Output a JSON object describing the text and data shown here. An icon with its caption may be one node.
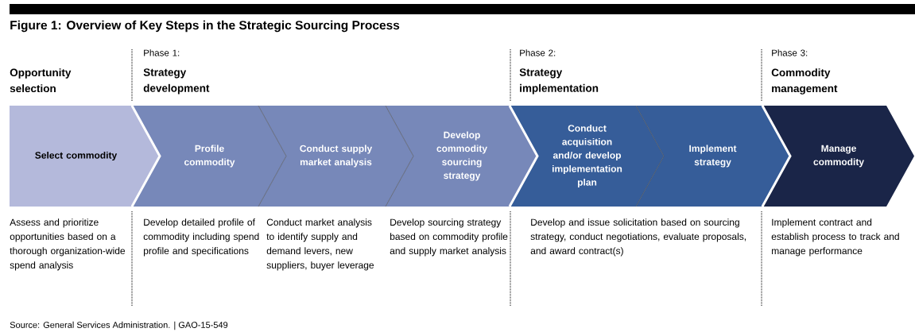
{
  "diagram": {
    "title": "Figure 1: Overview of Key Steps in the Strategic Sourcing Process",
    "caption": "Source: General Services Administration. | GAO-15-549",
    "nodes": [
      {
        "text": [
          "Select commodity"
        ],
        "beside": [
          "Assess and prioritize opportunities based on a thorough organization-wide spend analysis"
        ]
      },
      {
        "text": [
          "Profile commodity"
        ],
        "beside": [
          "Develop detailed profile of commodity including spend profile and specifications"
        ]
      },
      {
        "text": [
          "Conduct supply market analysis"
        ],
        "beside": [
          "Conduct market analysis to identify supply and demand levers, new suppliers, buyer leverage"
        ]
      },
      {
        "text": [
          "Develop commodity sourcing strategy"
        ],
        "beside": [
          "Develop sourcing strategy based on commodity profile and supply market analysis"
        ]
      },
      {
        "text": [
          "Conduct acquisition and/or develop implementation plan"
        ],
        "beside": [
          "Develop and issue solicitation based on sourcing strategy, conduct negotiations, evaluate proposals, and award contract(s)"
        ]
      },
      {
        "text": [
          "Implement strategy"
        ]
      },
      {
        "text": [
          "Manage commodity"
        ],
        "beside": [
          "Implement contract and establish process to track and manage performance"
        ]
      }
    ],
    "labels": [
      "Opportunity selection",
      "Phase 1:",
      "Strategy development",
      "Phase 2:",
      "Strategy implementation",
      "Phase 3:",
      "Commodity management"
    ]
  }
}
